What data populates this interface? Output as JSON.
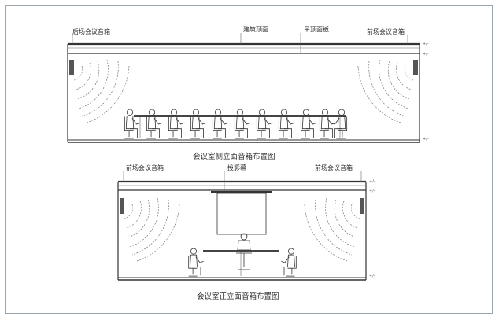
{
  "side_elevation": {
    "labels": {
      "rear_speaker": "后场会议音箱",
      "building_ceiling": "建筑顶面",
      "suspended_ceiling": "吊顶面板",
      "front_speaker": "前场会议音箱"
    },
    "caption": "会议室侧立面音箱布置图"
  },
  "front_elevation": {
    "labels": {
      "left_speaker": "前场会议音箱",
      "screen": "投影幕",
      "right_speaker": "前场会议音箱"
    },
    "caption": "会议室正立面音箱布置图"
  },
  "icons": [
    "speaker-icon",
    "seated-person-icon",
    "chair-icon",
    "table-icon",
    "projection-screen-icon"
  ]
}
